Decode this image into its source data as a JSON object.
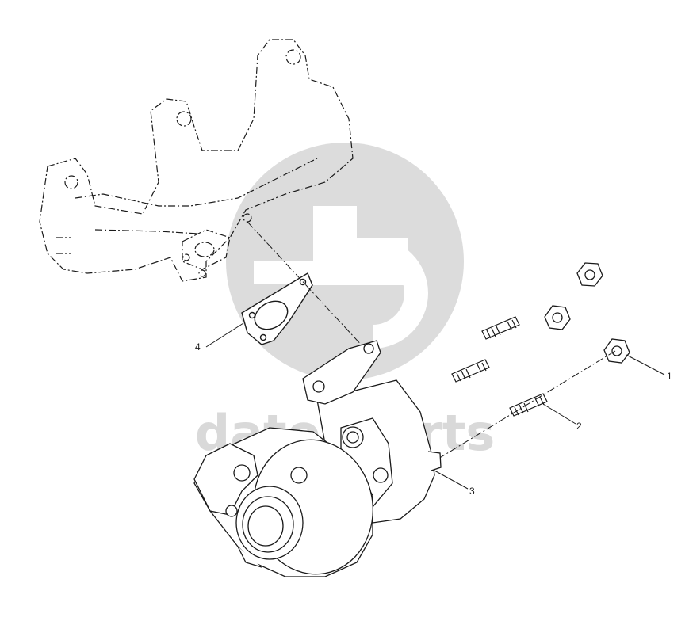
{
  "diagram": {
    "type": "exploded parts diagram",
    "callouts": [
      {
        "id": "callout-1",
        "label": "1"
      },
      {
        "id": "callout-2",
        "label": "2"
      },
      {
        "id": "callout-3",
        "label": "3"
      },
      {
        "id": "callout-4",
        "label": "4"
      }
    ]
  },
  "watermark": {
    "text": "datocparts",
    "color": "#d9d9d9"
  },
  "colors": {
    "line": "#1a1a1a",
    "background": "#ffffff"
  }
}
